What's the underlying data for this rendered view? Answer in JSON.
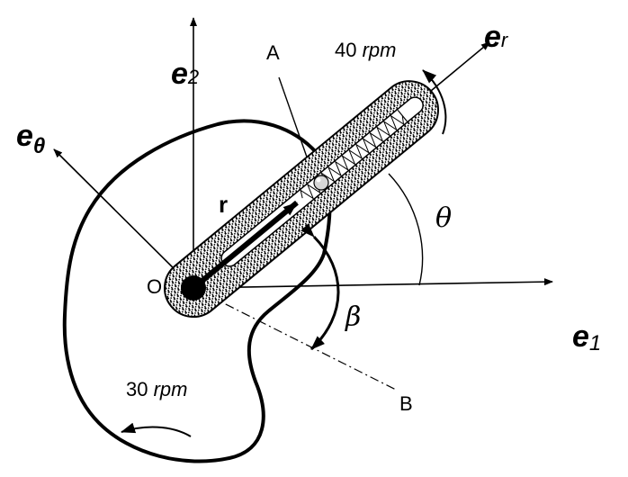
{
  "labels": {
    "e1_base": "e",
    "e1_sub": "1",
    "e2_base": "e",
    "e2_sub": "2",
    "er_base": "e",
    "er_sub": "r",
    "etheta_base": "e",
    "etheta_sub": "θ",
    "r": "r",
    "A": "A",
    "B": "B",
    "O": "O",
    "theta": "θ",
    "beta": "β"
  },
  "speeds": {
    "arm": {
      "value": "40",
      "unit": "rpm"
    },
    "cam": {
      "value": "30",
      "unit": "rpm"
    }
  },
  "colors": {
    "ink": "#000000",
    "background": "#ffffff"
  }
}
